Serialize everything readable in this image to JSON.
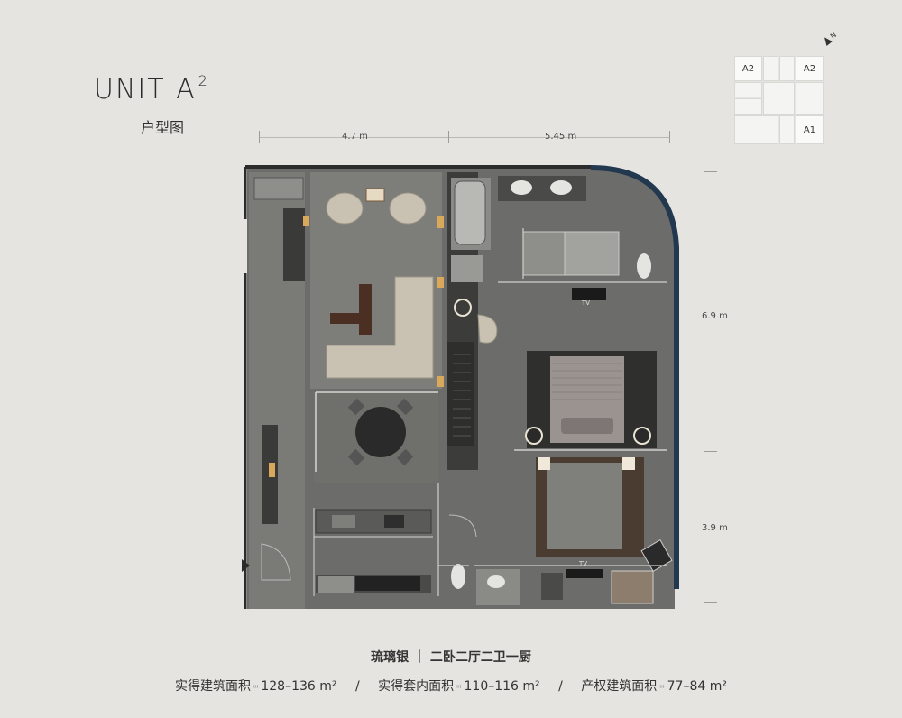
{
  "unit": {
    "title": "UNIT A",
    "superscript": "2",
    "subtitle": "户型图"
  },
  "dimensions": {
    "top_left": "4.7 m",
    "top_right": "5.45 m",
    "right_upper": "6.9 m",
    "right_lower": "3.9 m"
  },
  "keyplan": {
    "cells": [
      "A2",
      "A2",
      "A1"
    ],
    "active": "A2"
  },
  "compass": {
    "label": "N"
  },
  "caption": {
    "title": "琉璃银 ｜ 二卧二厅二卫一厨",
    "areas": [
      {
        "label": "实得建筑面积",
        "value": "128–136 m²"
      },
      {
        "label": "实得套内面积",
        "value": "110–116 m²"
      },
      {
        "label": "产权建筑面积",
        "value": "77–84 m²"
      }
    ],
    "separator": "/"
  },
  "plan_labels": {
    "tv1": "TV",
    "tv2": "TV"
  },
  "colors": {
    "background": "#e5e4e0",
    "floor": "#6c6c6a",
    "wall": "#2c2c2c",
    "glass": "#22384e",
    "sofa": "#c9c2b2",
    "bed": "#9a9390"
  }
}
